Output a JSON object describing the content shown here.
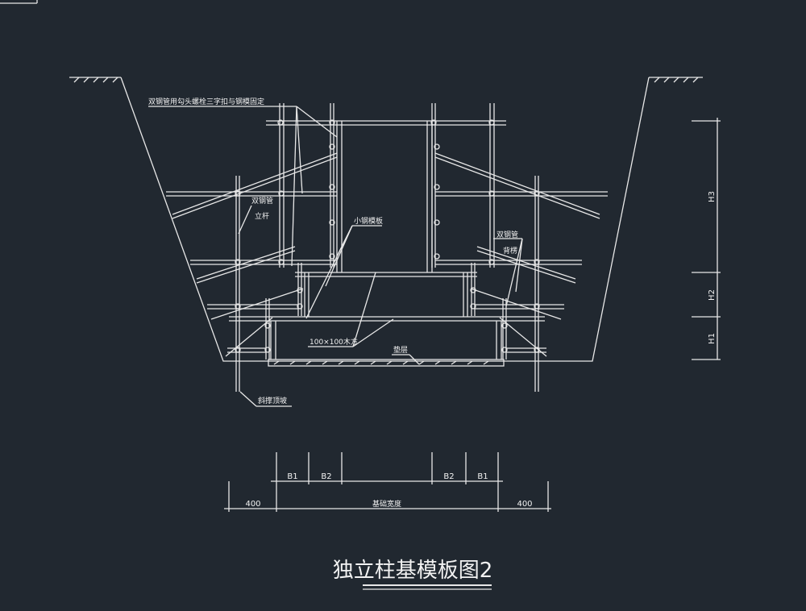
{
  "title": "独立柱基模板图2",
  "labels": {
    "top_note": "双钢管用勾头螺栓三字扣与钢模固定",
    "left_pipe": "双钢管",
    "left_post": "立杆",
    "small_formwork": "小钢模板",
    "right_pipe": "双钢管",
    "right_purlin": "背楞",
    "timber": "100×100木方",
    "cushion": "垫层",
    "brace": "斜撑顶坡"
  },
  "dimensions": {
    "b1_left": "B1",
    "b2_left": "B2",
    "b2_right": "B2",
    "b1_right": "B1",
    "edge_left": "400",
    "base_width": "基础宽度",
    "edge_right": "400",
    "h3": "H3",
    "h2": "H2",
    "h1": "H1"
  },
  "colors": {
    "background": "#212830",
    "line": "#e8e8e8"
  }
}
